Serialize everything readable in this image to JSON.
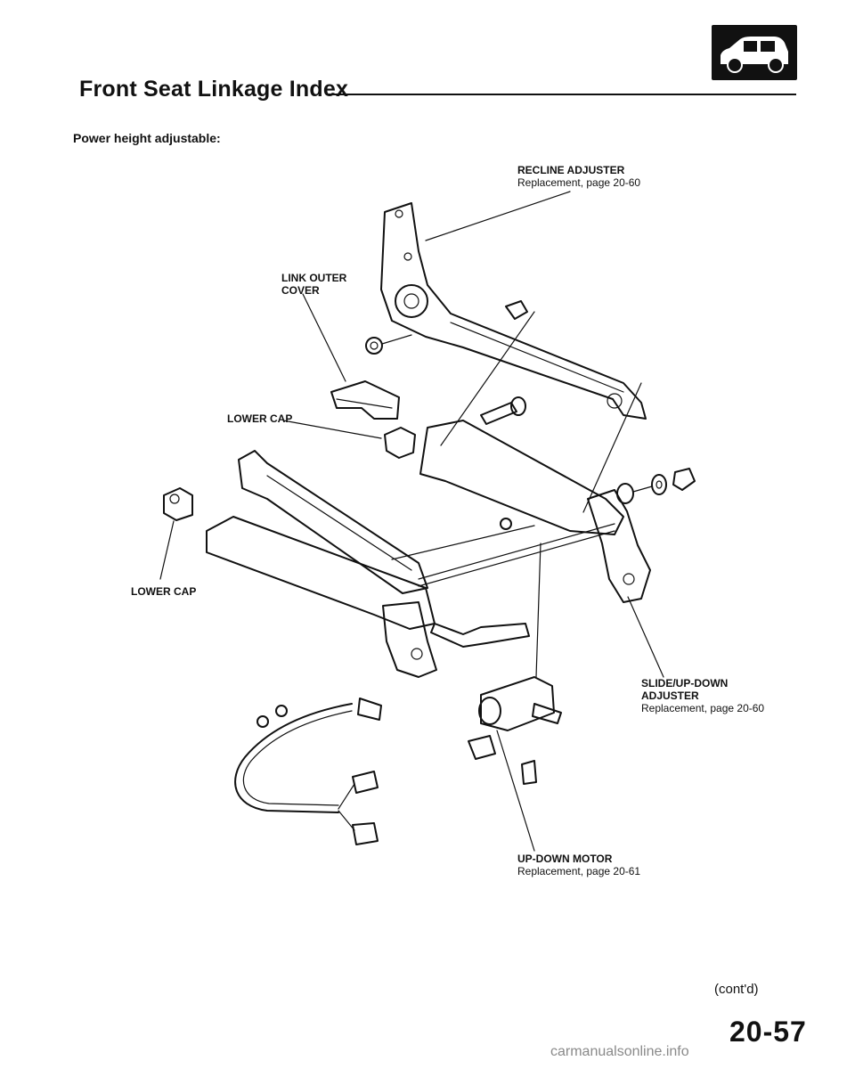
{
  "header": {
    "title": "Front Seat Linkage Index",
    "badge_icon": "car-icon"
  },
  "subtitle": "Power height adjustable:",
  "callouts": {
    "recline_adjuster": {
      "name": "RECLINE ADJUSTER",
      "ref": "Replacement, page 20-60"
    },
    "link_outer_cover": {
      "line1": "LINK OUTER",
      "line2": "COVER"
    },
    "lower_cap_mid": {
      "name": "LOWER CAP"
    },
    "lower_cap_left": {
      "name": "LOWER CAP"
    },
    "slide_up_down_adjuster": {
      "line1": "SLIDE/UP-DOWN",
      "line2": "ADJUSTER",
      "ref": "Replacement, page 20-60"
    },
    "up_down_motor": {
      "name": "UP-DOWN MOTOR",
      "ref": "Replacement, page 20-61"
    }
  },
  "footer": {
    "continued": "(cont'd)",
    "page_number": "20-57",
    "watermark": "carmanualsonline.info"
  }
}
